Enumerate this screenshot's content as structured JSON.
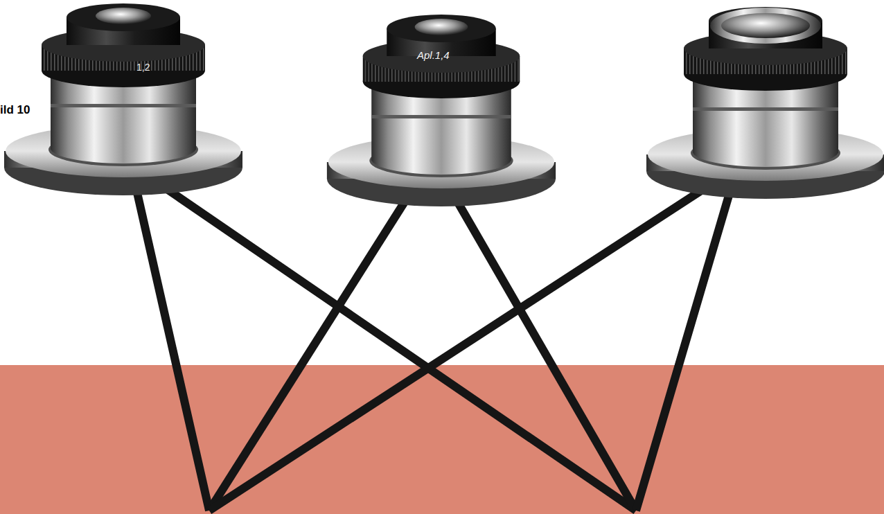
{
  "diagram": {
    "labels": [
      "ild 10",
      "1,2",
      "Apl.1,4"
    ]
  }
}
